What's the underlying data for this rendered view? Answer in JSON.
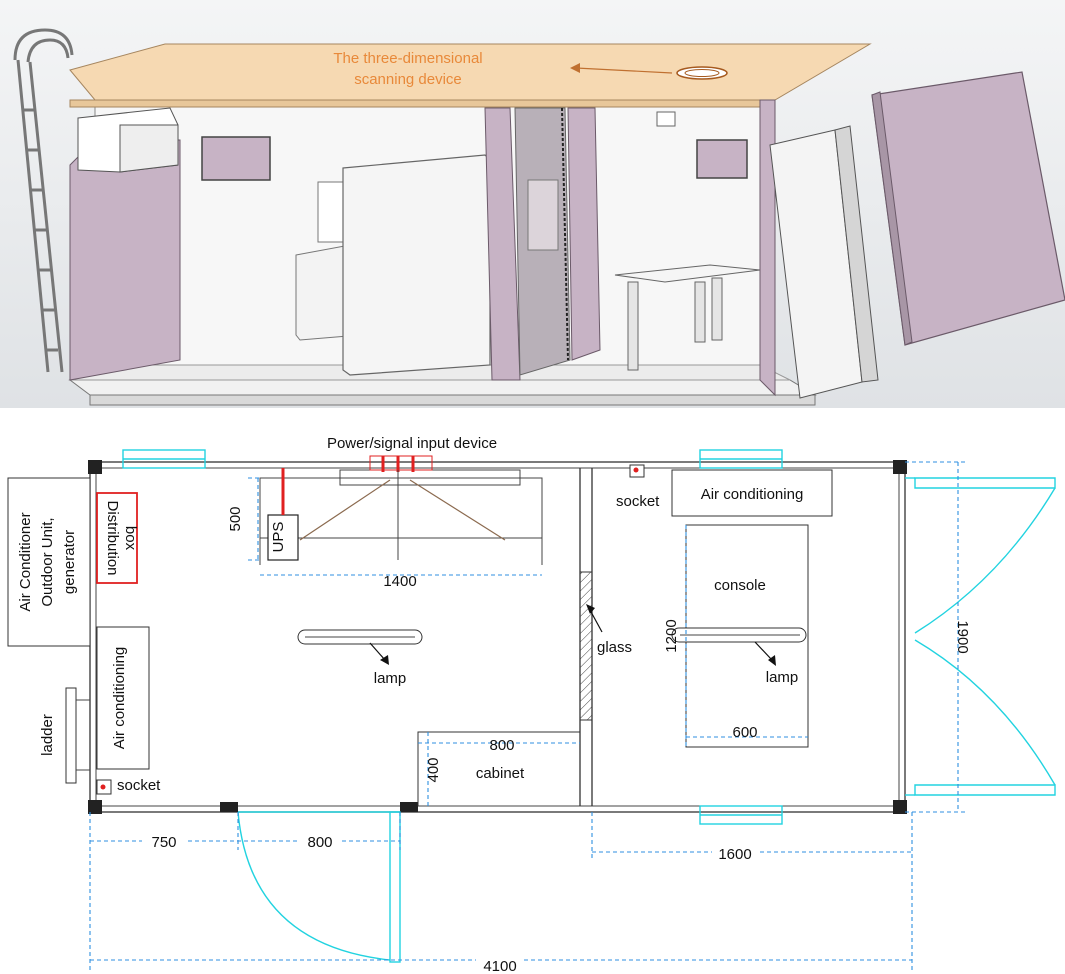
{
  "render": {
    "labels": {
      "scanner": [
        "The three-dimensional",
        "scanning device"
      ],
      "power_input": "Power/signal input device",
      "ups": "UPS",
      "distribution_box": [
        "Distribution",
        "box"
      ],
      "ac_outdoor": [
        "Air Conditioner",
        "Outdoor Unit,",
        "generator"
      ],
      "air_conditioning_left": "Air conditioning",
      "air_conditioning_right": "Air conditioning",
      "ladder": "ladder",
      "socket_left": "socket",
      "socket_right": "socket",
      "lamp_left": "lamp",
      "lamp_right": "lamp",
      "glass": "glass",
      "cabinet": "cabinet",
      "console": "console"
    },
    "dimensions": {
      "d500": "500",
      "d1400": "1400",
      "d800_cabinet": "800",
      "d400": "400",
      "d1200": "1200",
      "d600": "600",
      "d1900": "1900",
      "d750": "750",
      "d800_door": "800",
      "d1600": "1600",
      "d4100": "4100"
    },
    "colors": {
      "wall_purple": "#c7b3c5",
      "roof_orange": "#f6d9b2",
      "label_orange": "#e8893a",
      "dimension_blue": "#2f8fe0",
      "door_cyan": "#22d3e0",
      "equipment_red": "#e02020",
      "background_top": "#e8eaec"
    }
  }
}
